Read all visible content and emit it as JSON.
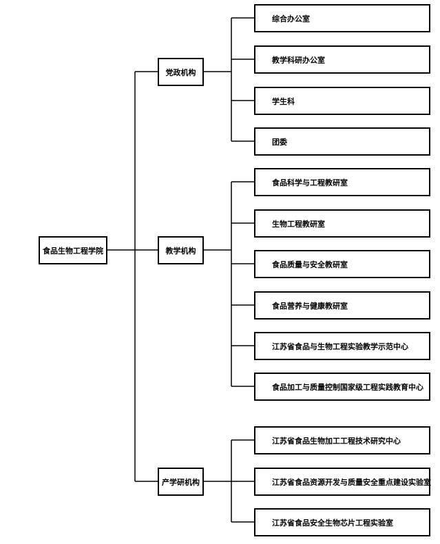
{
  "root": {
    "label": "食品生物工程学院"
  },
  "groups": [
    {
      "label": "党政机构",
      "children": [
        "综合办公室",
        "教学科研办公室",
        "学生科",
        "团委"
      ]
    },
    {
      "label": "教学机构",
      "children": [
        "食品科学与工程教研室",
        "生物工程教研室",
        "食品质量与安全教研室",
        "食品营养与健康教研室",
        "江苏省食品与生物工程实验教学示范中心",
        "食品加工与质量控制国家级工程实践教育中心"
      ]
    },
    {
      "label": "产学研机构",
      "children": [
        "江苏省食品生物加工工程技术研究中心",
        "江苏省食品资源开发与质量安全重点建设实验室",
        "江苏省食品安全生物芯片工程实验室"
      ]
    }
  ]
}
